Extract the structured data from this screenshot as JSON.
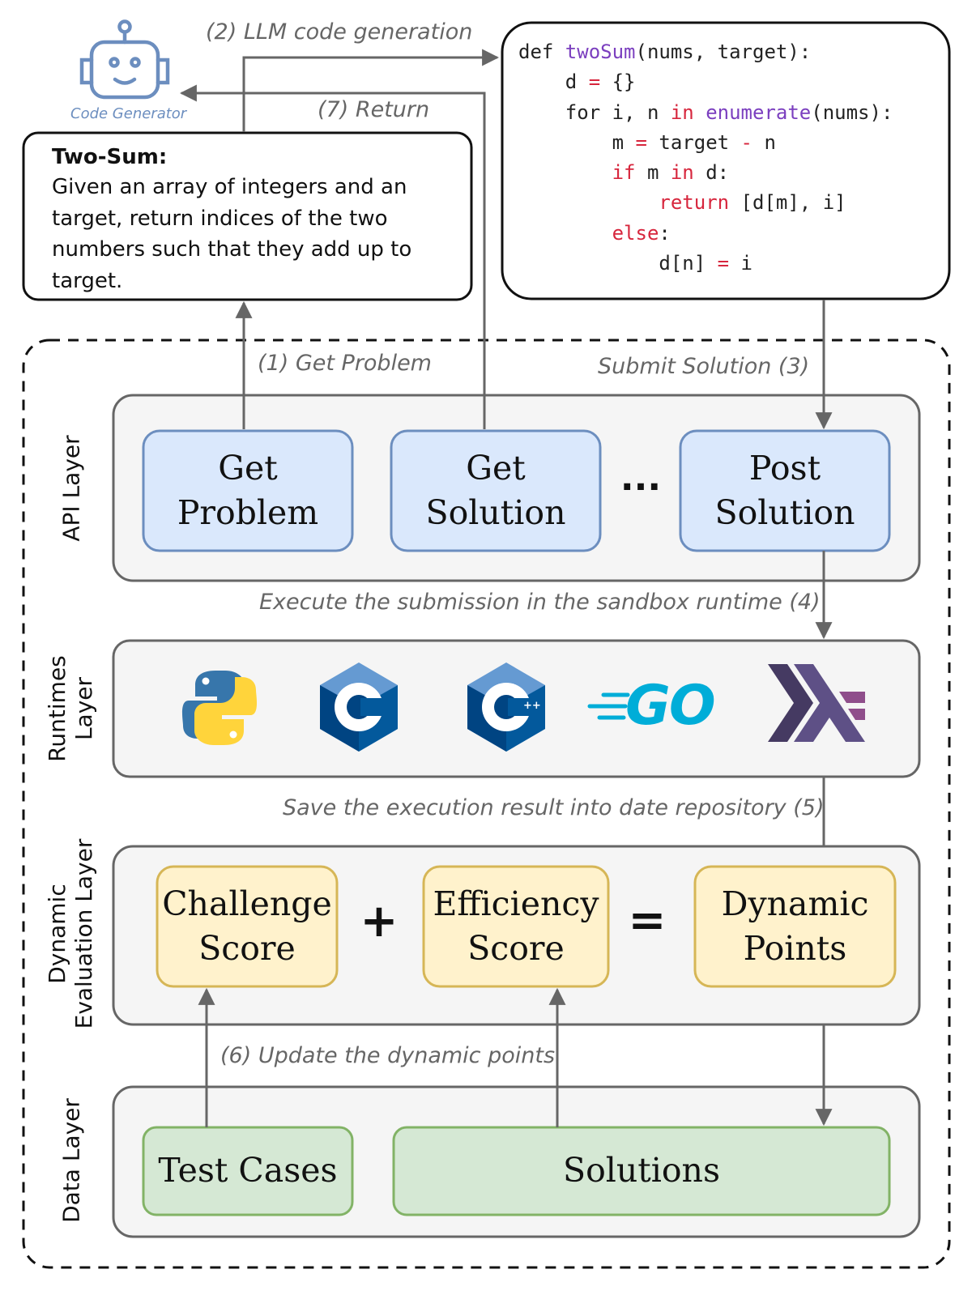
{
  "robot": {
    "caption": "Code Generator",
    "icon": "robot-icon"
  },
  "problem_card": {
    "title": "Two-Sum:",
    "lines": [
      "Given an array of integers and an",
      "target, return indices of the two",
      "numbers such that they add up to",
      "target."
    ]
  },
  "code_card": {
    "lines": [
      [
        {
          "t": "def ",
          "c": "plain"
        },
        {
          "t": "twoSum",
          "c": "fn"
        },
        {
          "t": "(nums, target):",
          "c": "plain"
        }
      ],
      [
        {
          "t": "    d ",
          "c": "plain"
        },
        {
          "t": "=",
          "c": "op"
        },
        {
          "t": " {}",
          "c": "plain"
        }
      ],
      [
        {
          "t": "    for i, n ",
          "c": "plain"
        },
        {
          "t": "in",
          "c": "kw"
        },
        {
          "t": " ",
          "c": "plain"
        },
        {
          "t": "enumerate",
          "c": "fn"
        },
        {
          "t": "(nums):",
          "c": "plain"
        }
      ],
      [
        {
          "t": "        m ",
          "c": "plain"
        },
        {
          "t": "=",
          "c": "op"
        },
        {
          "t": " target ",
          "c": "plain"
        },
        {
          "t": "-",
          "c": "op"
        },
        {
          "t": " n",
          "c": "plain"
        }
      ],
      [
        {
          "t": "        ",
          "c": "plain"
        },
        {
          "t": "if",
          "c": "kw"
        },
        {
          "t": " m ",
          "c": "plain"
        },
        {
          "t": "in",
          "c": "kw"
        },
        {
          "t": " d:",
          "c": "plain"
        }
      ],
      [
        {
          "t": "            ",
          "c": "plain"
        },
        {
          "t": "return",
          "c": "kw"
        },
        {
          "t": " [d[m], i]",
          "c": "plain"
        }
      ],
      [
        {
          "t": "        ",
          "c": "plain"
        },
        {
          "t": "else",
          "c": "kw"
        },
        {
          "t": ":",
          "c": "plain"
        }
      ],
      [
        {
          "t": "            d[n] ",
          "c": "plain"
        },
        {
          "t": "=",
          "c": "op"
        },
        {
          "t": " i",
          "c": "plain"
        }
      ]
    ]
  },
  "steps": {
    "s1": "(1) Get Problem",
    "s2": "(2) LLM code generation",
    "s3": "Submit Solution (3)",
    "s4": "Execute the submission in the sandbox runtime (4)",
    "s5": "Save the execution result into date repository (5)",
    "s6": "(6) Update the dynamic points",
    "s7": "(7) Return"
  },
  "layers": {
    "api": "API Layer",
    "runtimes": [
      "Runtimes",
      "Layer"
    ],
    "dynamic": [
      "Dynamic",
      "Evaluation Layer"
    ],
    "data": "Data Layer"
  },
  "api_boxes": {
    "get_problem": [
      "Get",
      "Problem"
    ],
    "get_solution": [
      "Get",
      "Solution"
    ],
    "ellipsis": "...",
    "post_solution": [
      "Post",
      "Solution"
    ]
  },
  "runtime_icons": [
    "python-icon",
    "c-icon",
    "cpp-icon",
    "go-icon",
    "haskell-icon"
  ],
  "go_text": "GO",
  "cpp_plus": "++",
  "eval_boxes": {
    "challenge": [
      "Challenge",
      "Score"
    ],
    "plus": "+",
    "efficiency": [
      "Efficiency",
      "Score"
    ],
    "equals": "=",
    "dynamic": [
      "Dynamic",
      "Points"
    ]
  },
  "data_boxes": {
    "test_cases": "Test Cases",
    "solutions": "Solutions"
  },
  "colors": {
    "api_fill": "#dae8fc",
    "api_stroke": "#6c8ebf",
    "eval_fill": "#fff2cc",
    "eval_stroke": "#d6b656",
    "data_fill": "#d5e8d4",
    "data_stroke": "#82b366",
    "layer_fill": "#f5f5f5",
    "layer_stroke": "#666666"
  }
}
